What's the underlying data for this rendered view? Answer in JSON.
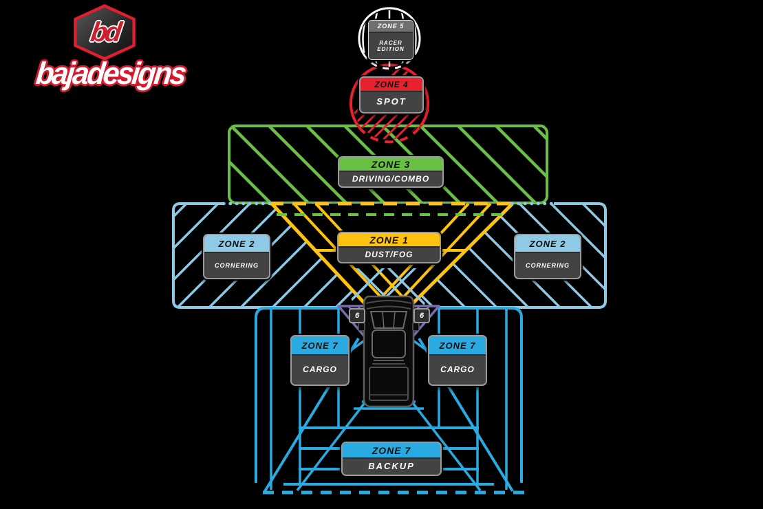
{
  "background": "#000000",
  "brand": {
    "monogram": "bd",
    "wordmark": "bajadesigns"
  },
  "zones": {
    "zone5": {
      "header": "ZONE 5",
      "body": "RACER EDITION",
      "accent": "#ffffff"
    },
    "zone4": {
      "header": "ZONE 4",
      "body": "SPOT",
      "accent": "#e8212e"
    },
    "zone3": {
      "header": "ZONE 3",
      "body": "DRIVING/COMBO",
      "accent": "#6abf45"
    },
    "zone2_left": {
      "header": "ZONE 2",
      "body": "CORNERING",
      "accent": "#8ec9e6"
    },
    "zone2_right": {
      "header": "ZONE 2",
      "body": "CORNERING",
      "accent": "#8ec9e6"
    },
    "zone1": {
      "header": "ZONE 1",
      "body": "DUST/FOG",
      "accent": "#ffc20e"
    },
    "zone6_left": {
      "label": "6",
      "accent": "#7d6bb0"
    },
    "zone6_right": {
      "label": "6",
      "accent": "#7d6bb0"
    },
    "zone7_cargo_left": {
      "header": "ZONE 7",
      "body": "CARGO",
      "accent": "#29abe2"
    },
    "zone7_cargo_right": {
      "header": "ZONE 7",
      "body": "CARGO",
      "accent": "#29abe2"
    },
    "zone7_backup": {
      "header": "ZONE 7",
      "body": "BACKUP",
      "accent": "#29abe2"
    }
  },
  "badge_style": {
    "body_bg": "#434343",
    "border": "#9b9b9b",
    "header_text": "#101010",
    "body_text": "#ffffff"
  }
}
